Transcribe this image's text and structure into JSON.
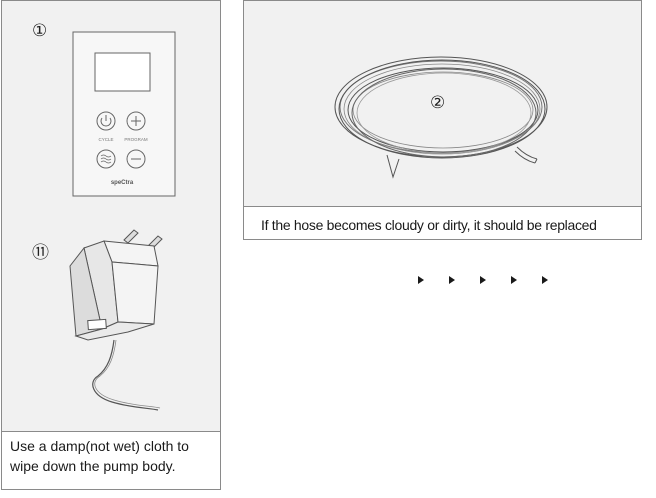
{
  "left_panel": {
    "label_device": "①",
    "label_adapter": "⑪",
    "device_buttons": [
      "CYCLE",
      "PROGRAM"
    ],
    "device_logo": "speCtra",
    "caption": "Use a damp(not wet) cloth to wipe down the pump body."
  },
  "right_panel": {
    "label_hose": "②",
    "caption": "If the hose becomes cloudy or dirty, it should be replaced"
  },
  "arrows": {
    "icon": "triangle-right-icon",
    "count": 5
  },
  "colors": {
    "panel_background": "#f1f1f1",
    "border": "#8a8a8a",
    "line_art": "#555555"
  }
}
